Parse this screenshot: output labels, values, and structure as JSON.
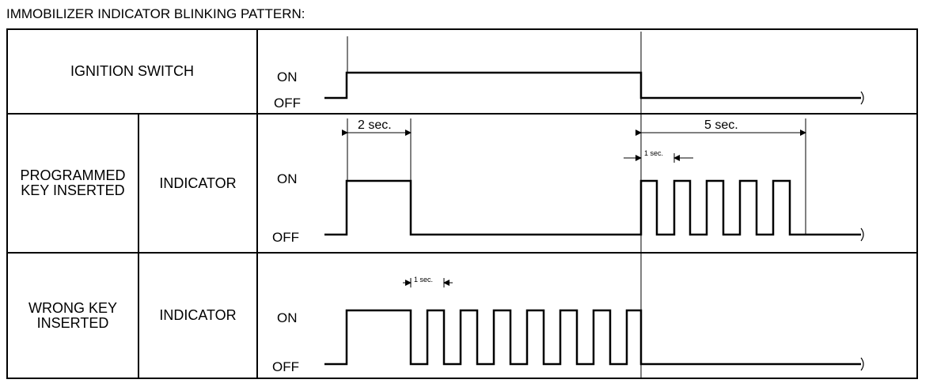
{
  "title": "IMMOBILIZER INDICATOR BLINKING PATTERN:",
  "rows": {
    "ignition": {
      "label": "IGNITION SWITCH"
    },
    "programmed": {
      "label_line1": "PROGRAMMED",
      "label_line2": "KEY INSERTED",
      "sublabel": "INDICATOR"
    },
    "wrong": {
      "label_line1": "WRONG KEY",
      "label_line2": "INSERTED",
      "sublabel": "INDICATOR"
    }
  },
  "levels": {
    "on": "ON",
    "off": "OFF"
  },
  "annotations": {
    "two_sec": "2 sec.",
    "five_sec": "5 sec.",
    "one_sec_programmed": "1 sec.",
    "one_sec_wrong": "1 sec."
  },
  "colors": {
    "line": "#000000",
    "background": "#ffffff"
  }
}
